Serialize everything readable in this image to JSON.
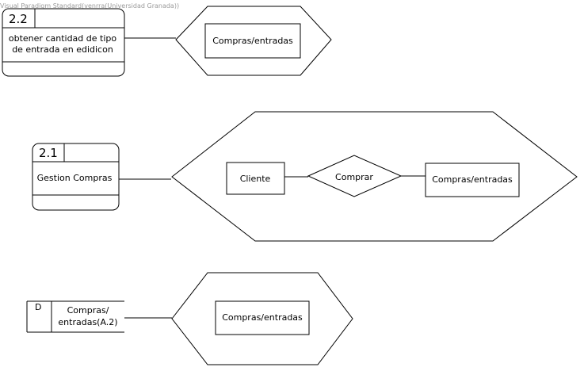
{
  "watermark": "Visual Paradigm Standard(venrra(Universidad Granada))",
  "process_2_2": {
    "id": "2.2",
    "line1": "obtener cantidad de tipo",
    "line2": "de entrada en edidicon"
  },
  "process_2_1": {
    "id": "2.1",
    "label": "Gestion Compras"
  },
  "datastore": {
    "id": "D",
    "line1": "Compras/",
    "line2": "entradas(A.2)"
  },
  "hex_top": {
    "entity": "Compras/entradas"
  },
  "hex_middle": {
    "entity_left": "Cliente",
    "relationship": "Comprar",
    "entity_right": "Compras/entradas"
  },
  "hex_bottom": {
    "entity": "Compras/entradas"
  }
}
